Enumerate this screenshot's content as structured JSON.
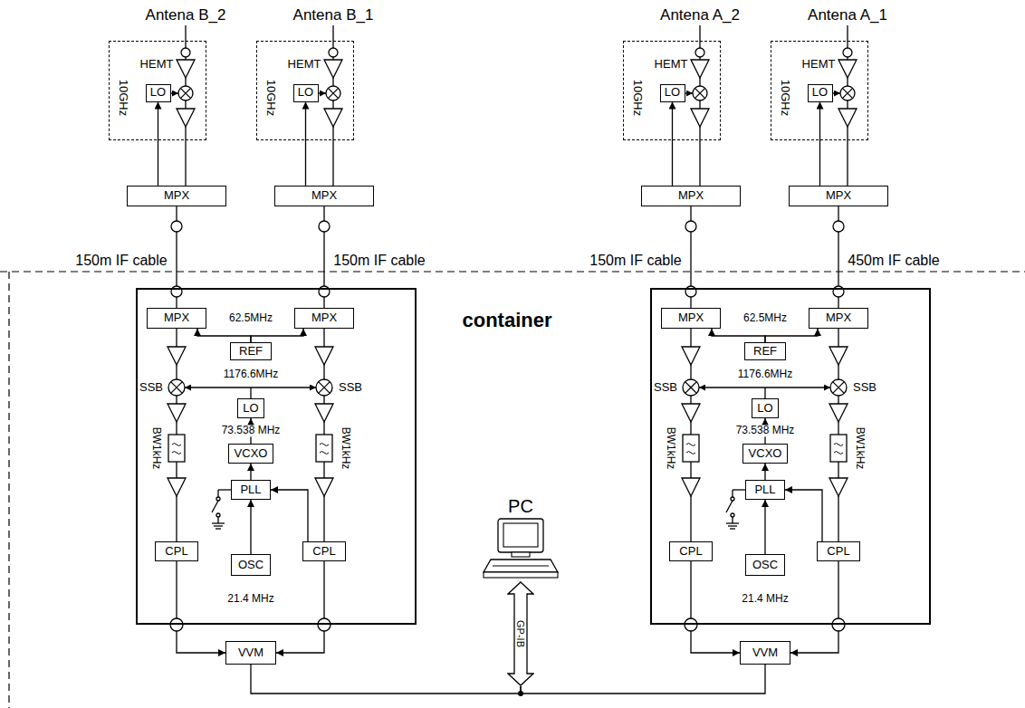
{
  "diagram": {
    "nodes": [
      {
        "text": [
          "HEMT",
          "10GHz"
        ]
      },
      {
        "text": [
          "LO"
        ],
        "in": 0
      },
      {
        "text": [
          "HEMT",
          "10GHz"
        ]
      },
      {
        "text": [
          "LO"
        ],
        "in": 2
      },
      {
        "text": [
          "HEMT",
          "10GHz"
        ]
      },
      {
        "text": [
          "LO"
        ],
        "in": 4
      },
      {
        "text": [
          "HEMT",
          "10GHz"
        ]
      },
      {
        "text": [
          "LO"
        ],
        "in": 6
      },
      {
        "text": [
          "MPX"
        ]
      },
      {
        "text": [
          "MPX"
        ]
      },
      {
        "text": [
          "MPX"
        ]
      },
      {
        "text": [
          "MPX"
        ]
      },
      {
        "text": []
      },
      {
        "text": [
          "MPX"
        ],
        "in": 12
      },
      {
        "text": [
          "MPX"
        ],
        "in": 12
      },
      {
        "text": [
          "REF"
        ],
        "in": 12
      },
      {
        "text": [
          "LO"
        ],
        "in": 12
      },
      {
        "text": [
          "VCXO"
        ],
        "in": 12
      },
      {
        "text": [
          "PLL"
        ],
        "in": 12
      },
      {
        "text": [
          "CPL"
        ],
        "in": 12
      },
      {
        "text": [
          "OSC"
        ],
        "in": 12
      },
      {
        "text": [
          "CPL"
        ],
        "in": 12
      },
      {
        "text": []
      },
      {
        "text": [
          "MPX"
        ],
        "in": 22
      },
      {
        "text": [
          "MPX"
        ],
        "in": 22
      },
      {
        "text": [
          "REF"
        ],
        "in": 22
      },
      {
        "text": [
          "LO"
        ],
        "in": 22
      },
      {
        "text": [
          "VCXO"
        ],
        "in": 22
      },
      {
        "text": [
          "PLL"
        ],
        "in": 22
      },
      {
        "text": [
          "CPL"
        ],
        "in": 22
      },
      {
        "text": [
          "OSC"
        ],
        "in": 22
      },
      {
        "text": [
          "CPL"
        ],
        "in": 22
      },
      {
        "text": [
          "PC"
        ]
      },
      {
        "text": [
          "GP-IB"
        ]
      },
      {
        "text": [
          "VVM"
        ]
      },
      {
        "text": [
          "VVM"
        ]
      }
    ],
    "edges": [
      {
        "from": 8,
        "to": 1,
        "arrow": "to"
      },
      {
        "from": 0,
        "to": 8,
        "arrow": "none"
      },
      {
        "from": 9,
        "to": 3,
        "arrow": "to"
      },
      {
        "from": 2,
        "to": 9,
        "arrow": "none"
      },
      {
        "from": 10,
        "to": 5,
        "arrow": "to"
      },
      {
        "from": 4,
        "to": 10,
        "arrow": "none"
      },
      {
        "from": 11,
        "to": 7,
        "arrow": "to"
      },
      {
        "from": 6,
        "to": 11,
        "arrow": "none"
      },
      {
        "from": 8,
        "to": 13,
        "arrow": "none"
      },
      {
        "from": 9,
        "to": 14,
        "arrow": "none"
      },
      {
        "from": 10,
        "to": 23,
        "arrow": "none"
      },
      {
        "from": 11,
        "to": 24,
        "arrow": "none"
      },
      {
        "from": 15,
        "to": 13,
        "arrow": "to"
      },
      {
        "from": 15,
        "to": 14,
        "arrow": "to"
      },
      {
        "from": 17,
        "to": 16,
        "arrow": "to"
      },
      {
        "from": 18,
        "to": 17,
        "arrow": "to"
      },
      {
        "from": 20,
        "to": 18,
        "arrow": "to"
      },
      {
        "from": 21,
        "to": 18,
        "arrow": "to"
      },
      {
        "from": 19,
        "to": 34,
        "arrow": "to"
      },
      {
        "from": 21,
        "to": 34,
        "arrow": "to"
      },
      {
        "from": 25,
        "to": 23,
        "arrow": "to"
      },
      {
        "from": 25,
        "to": 24,
        "arrow": "to"
      },
      {
        "from": 27,
        "to": 26,
        "arrow": "to"
      },
      {
        "from": 28,
        "to": 27,
        "arrow": "to"
      },
      {
        "from": 30,
        "to": 28,
        "arrow": "to"
      },
      {
        "from": 31,
        "to": 28,
        "arrow": "to"
      },
      {
        "from": 29,
        "to": 35,
        "arrow": "to"
      },
      {
        "from": 31,
        "to": 35,
        "arrow": "to"
      },
      {
        "from": 34,
        "to": 33,
        "arrow": "none"
      },
      {
        "from": 35,
        "to": 33,
        "arrow": "none"
      }
    ],
    "labels": [
      "Antena B_2",
      "Antena B_1",
      "Antena A_2",
      "Antena A_1",
      "150m IF cable",
      "150m IF cable",
      "150m IF cable",
      "450m IF cable",
      "container",
      "62.5MHz",
      "1176.6MHz",
      "73.538 MHz",
      "SSB",
      "SSB",
      "BW1kHz",
      "BW1kHz",
      "21.4 MHz",
      "62.5MHz",
      "1176.6MHz",
      "73.538 MHz",
      "SSB",
      "SSB",
      "BW1kHz",
      "BW1kHz",
      "21.4 MHz"
    ]
  }
}
